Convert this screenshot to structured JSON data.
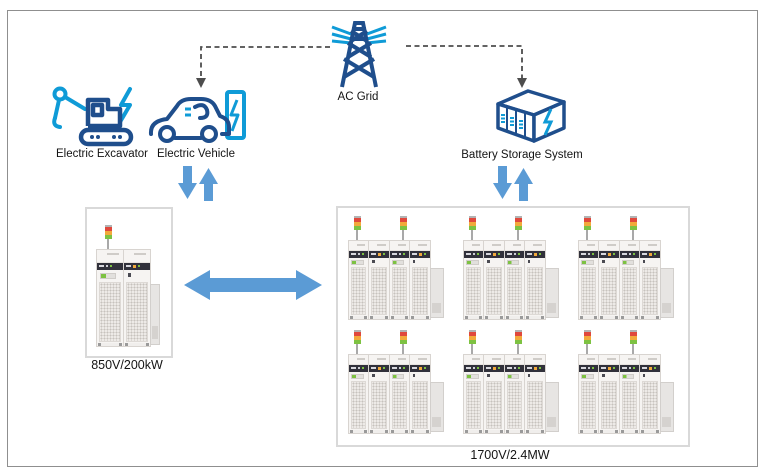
{
  "nodes": {
    "ac_grid": {
      "label": "AC Grid"
    },
    "excavator": {
      "label": "Electric Excavator"
    },
    "ev": {
      "label": "Electric Vehicle"
    },
    "battery": {
      "label": "Battery Storage System"
    },
    "charger_unit": {
      "label": "850V/200kW",
      "cabinet_rows": 1,
      "cabinet_cols": 1,
      "sections_per_cabinet": 2
    },
    "storage_unit": {
      "label": "1700V/2.4MW",
      "cabinet_rows": 2,
      "cabinet_cols": 3,
      "sections_per_cabinet": 4
    }
  },
  "colors": {
    "accent_blue": "#5B9BD5",
    "icon_navy": "#1F4E8C",
    "icon_cyan": "#0F9BD7",
    "connector_gray": "#4D4D4D",
    "lamp_red": "#E0483C",
    "lamp_amber": "#F2A93B",
    "lamp_green": "#7DC242",
    "box_border": "#D9D9D9"
  }
}
